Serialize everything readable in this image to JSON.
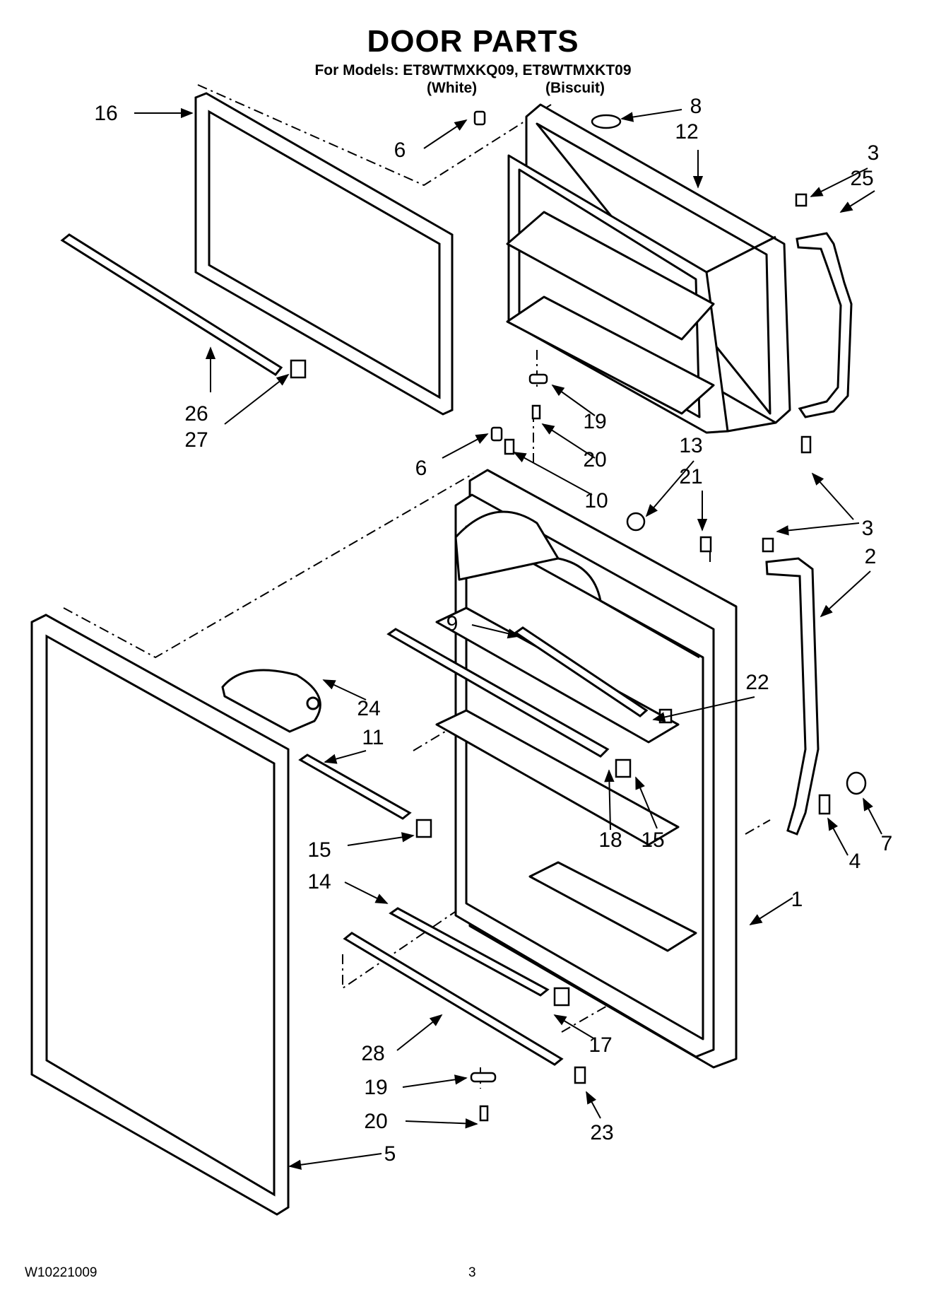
{
  "title": "DOOR PARTS",
  "models_line": "For Models: ET8WTMXKQ09, ET8WTMXKT09",
  "variants": [
    "(White)",
    "(Biscuit)"
  ],
  "footer": {
    "doc_number": "W10221009",
    "page_number": "3"
  },
  "callouts": [
    {
      "id": "c16",
      "label": "16"
    },
    {
      "id": "c6a",
      "label": "6"
    },
    {
      "id": "c8",
      "label": "8"
    },
    {
      "id": "c12",
      "label": "12"
    },
    {
      "id": "c3a",
      "label": "3"
    },
    {
      "id": "c25",
      "label": "25"
    },
    {
      "id": "c26",
      "label": "26"
    },
    {
      "id": "c27",
      "label": "27"
    },
    {
      "id": "c19a",
      "label": "19"
    },
    {
      "id": "c20a",
      "label": "20"
    },
    {
      "id": "c6b",
      "label": "6"
    },
    {
      "id": "c13",
      "label": "13"
    },
    {
      "id": "c21",
      "label": "21"
    },
    {
      "id": "c10",
      "label": "10"
    },
    {
      "id": "c3b",
      "label": "3"
    },
    {
      "id": "c2",
      "label": "2"
    },
    {
      "id": "c9",
      "label": "9"
    },
    {
      "id": "c22",
      "label": "22"
    },
    {
      "id": "c24",
      "label": "24"
    },
    {
      "id": "c11",
      "label": "11"
    },
    {
      "id": "c15a",
      "label": "15"
    },
    {
      "id": "c18",
      "label": "18"
    },
    {
      "id": "c15b",
      "label": "15"
    },
    {
      "id": "c4",
      "label": "4"
    },
    {
      "id": "c7",
      "label": "7"
    },
    {
      "id": "c14",
      "label": "14"
    },
    {
      "id": "c1",
      "label": "1"
    },
    {
      "id": "c17",
      "label": "17"
    },
    {
      "id": "c28",
      "label": "28"
    },
    {
      "id": "c19b",
      "label": "19"
    },
    {
      "id": "c20b",
      "label": "20"
    },
    {
      "id": "c23",
      "label": "23"
    },
    {
      "id": "c5",
      "label": "5"
    }
  ]
}
